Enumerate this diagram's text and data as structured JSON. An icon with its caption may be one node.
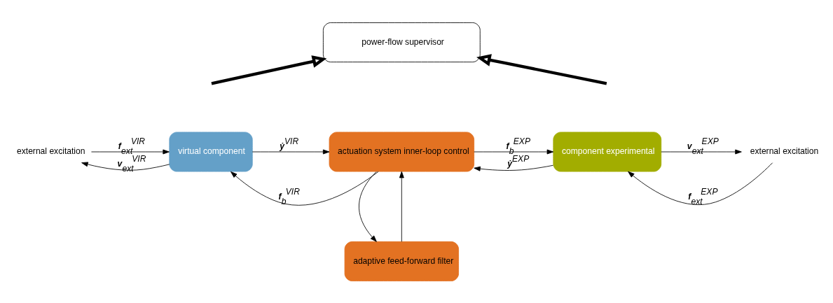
{
  "diagram": {
    "nodes": [
      {
        "text": [
          "power-flow supervisor"
        ]
      },
      {
        "text": [
          "virtual component"
        ]
      },
      {
        "text": [
          "actuation system inner-loop control"
        ]
      },
      {
        "text": [
          "component experimental"
        ]
      },
      {
        "text": [
          "adaptive feed-forward filter"
        ]
      },
      {
        "text": [
          "external excitation"
        ]
      },
      {
        "text": [
          "external excitation"
        ]
      }
    ],
    "edges": [
      {
        "from": 5,
        "to": 1,
        "arrow": "to",
        "label": "**f**$_{ext}$$^{VIR}$"
      },
      {
        "from": 1,
        "to": 5,
        "arrow": "to",
        "label": "**v**$_{ext}$$^{VIR}$"
      },
      {
        "from": 2,
        "to": 1,
        "arrow": "to",
        "label": "**f**$_{b}$$^{VIR}$"
      },
      {
        "from": 1,
        "to": 2,
        "arrow": "to",
        "label": "**ẏ**$^{VIR}$"
      },
      {
        "from": 2,
        "to": 3,
        "arrow": "to",
        "label": "**f**$_{b}$$^{EXP}$"
      },
      {
        "from": 3,
        "to": 2,
        "arrow": "to",
        "label": "**ẏ**$^{EXP}$"
      },
      {
        "from": 6,
        "to": 3,
        "arrow": "to",
        "label": "**f**$_{ext}$$^{EXP}$"
      },
      {
        "from": 3,
        "to": 6,
        "arrow": "to",
        "label": "**v**$_{ext}$$^{EXP}$"
      },
      {
        "from": 4,
        "to": 2,
        "arrow": "to"
      },
      {
        "from": 2,
        "to": 4,
        "arrow": "to"
      },
      {
        "from": null,
        "to": 0,
        "arrow": "to",
        "style": "thick"
      },
      {
        "from": null,
        "to": 0,
        "arrow": "to",
        "style": "thick"
      }
    ]
  }
}
